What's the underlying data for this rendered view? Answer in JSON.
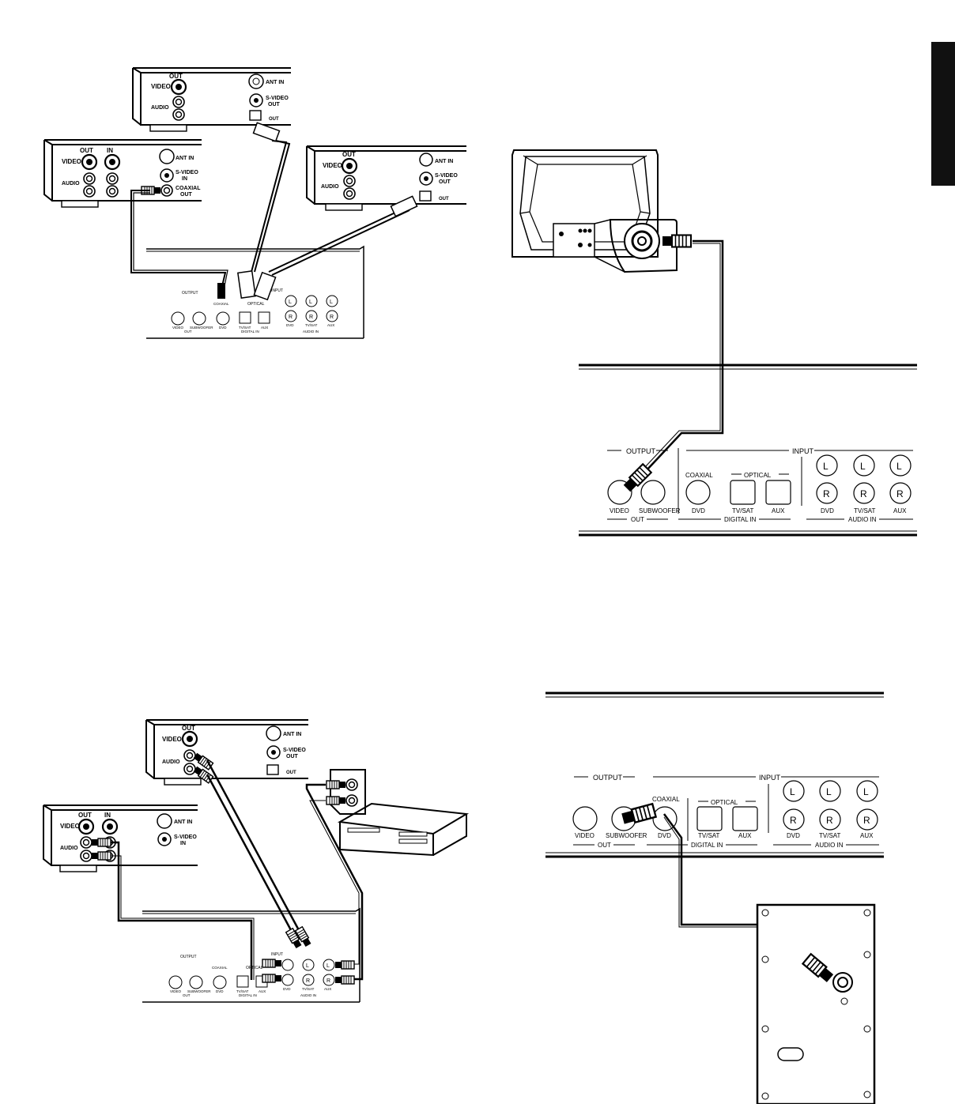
{
  "labels": {
    "out": "OUT",
    "in": "IN",
    "video": "VIDEO",
    "audio": "AUDIO",
    "l_small": "L",
    "r_small": "R",
    "ant_in": "ANT IN",
    "s_video": "S-VIDEO",
    "s_video_out_tail": "OUT",
    "s_video_in_tail": "IN",
    "coaxial": "COAXIAL",
    "coaxial_out_tail": "OUT",
    "opt_out": "OUT"
  },
  "receiver_panel": {
    "output": "OUTPUT",
    "input": "INPUT",
    "coaxial": "COAXIAL",
    "optical": "OPTICAL",
    "video": "VIDEO",
    "subwoofer": "SUBWOOFER",
    "dvd": "DVD",
    "tv_sat": "TV/SAT",
    "aux": "AUX",
    "out": "OUT",
    "digital_in": "DIGITAL IN",
    "audio_in": "AUDIO IN",
    "l": "L",
    "r": "R"
  },
  "colors": {
    "ink": "#000000",
    "tab": "#111111"
  }
}
